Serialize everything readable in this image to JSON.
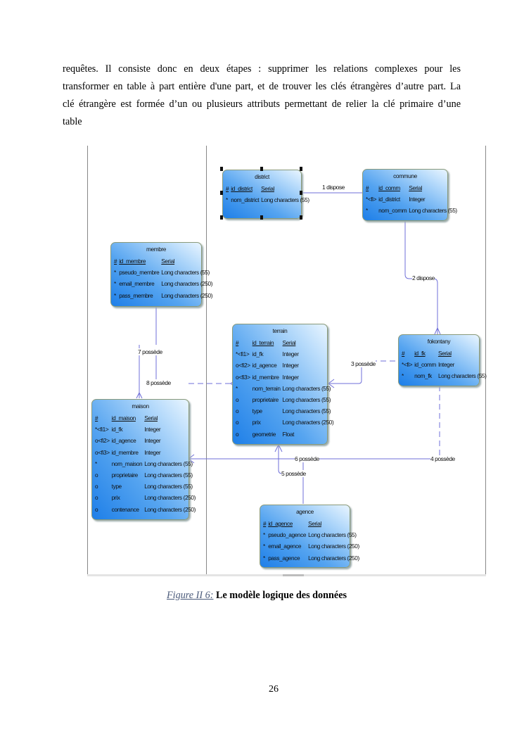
{
  "paragraph": {
    "lines": [
      "requêtes. Il consiste donc en deux étapes : supprimer les relations complexes pour les",
      "transformer en table à part entière d'une part, et de trouver les clés étrangères d’autre part. La",
      "clé étrangère est formée d’un ou plusieurs attributs permettant de relier la clé primaire d’une",
      "table"
    ]
  },
  "diagram": {
    "entities": {
      "district": {
        "title": "district",
        "rows": [
          [
            "#",
            "id_district",
            "Serial"
          ],
          [
            "*",
            "nom_district",
            "Long characters (55)"
          ]
        ]
      },
      "commune": {
        "title": "commune",
        "rows": [
          [
            "#",
            "id_comm",
            "Serial"
          ],
          [
            "*<fi>",
            "id_district",
            "Integer"
          ],
          [
            "*",
            "nom_comm",
            "Long characters (55)"
          ]
        ]
      },
      "membre": {
        "title": "membre",
        "rows": [
          [
            "#",
            "id_membre",
            "Serial"
          ],
          [
            "*",
            "pseudo_membre",
            "Long characters (55)"
          ],
          [
            "*",
            "email_membre",
            "Long characters (250)"
          ],
          [
            "*",
            "pass_membre",
            "Long characters (250)"
          ]
        ]
      },
      "terrain": {
        "title": "terrain",
        "rows": [
          [
            "#",
            "id_terrain",
            "Serial"
          ],
          [
            "*<fi1>",
            "id_fk",
            "Integer"
          ],
          [
            "o<fi2>",
            "id_agence",
            "Integer"
          ],
          [
            "o<fi3>",
            "id_membre",
            "Integer"
          ],
          [
            "*",
            "nom_terrain",
            "Long characters (55)"
          ],
          [
            "o",
            "proprietaire",
            "Long characters (55)"
          ],
          [
            "o",
            "type",
            "Long characters (55)"
          ],
          [
            "o",
            "prix",
            "Long characters (250)"
          ],
          [
            "o",
            "geometrie",
            "Float"
          ]
        ]
      },
      "fokontany": {
        "title": "fokontany",
        "rows": [
          [
            "#",
            "id_fk",
            "Serial"
          ],
          [
            "*<fi>",
            "id_comm",
            "Integer"
          ],
          [
            "*",
            "nom_fk",
            "Long characters (55)"
          ]
        ]
      },
      "maison": {
        "title": "maison",
        "rows": [
          [
            "#",
            "id_maison",
            "Serial"
          ],
          [
            "*<fi1>",
            "id_fk",
            "Integer"
          ],
          [
            "o<fi2>",
            "id_agence",
            "Integer"
          ],
          [
            "o<fi3>",
            "id_membre",
            "Integer"
          ],
          [
            "*",
            "nom_maison",
            "Long characters (55)"
          ],
          [
            "o",
            "proprietaire",
            "Long characters (55)"
          ],
          [
            "o",
            "type",
            "Long characters (55)"
          ],
          [
            "o",
            "prix",
            "Long characters (250)"
          ],
          [
            "o",
            "contenance",
            "Long characters (250)"
          ]
        ]
      },
      "agence": {
        "title": "agence",
        "rows": [
          [
            "#",
            "id_agence",
            "Serial"
          ],
          [
            "*",
            "pseudo_agence",
            "Long characters (55)"
          ],
          [
            "*",
            "email_agence",
            "Long characters (250)"
          ],
          [
            "*",
            "pass_agence",
            "Long characters (250)"
          ]
        ]
      }
    },
    "relations": {
      "r1": "1 dispose",
      "r2": "2 dispose",
      "r3": "3 possède",
      "r4": "4 possède",
      "r5": "5 possède",
      "r6": "6 possède",
      "r7": "7 possède",
      "r8": "8 possède"
    }
  },
  "caption": {
    "figure_ref": "Figure II 6:",
    "title": " Le modèle logique des données"
  },
  "page_number": "26"
}
